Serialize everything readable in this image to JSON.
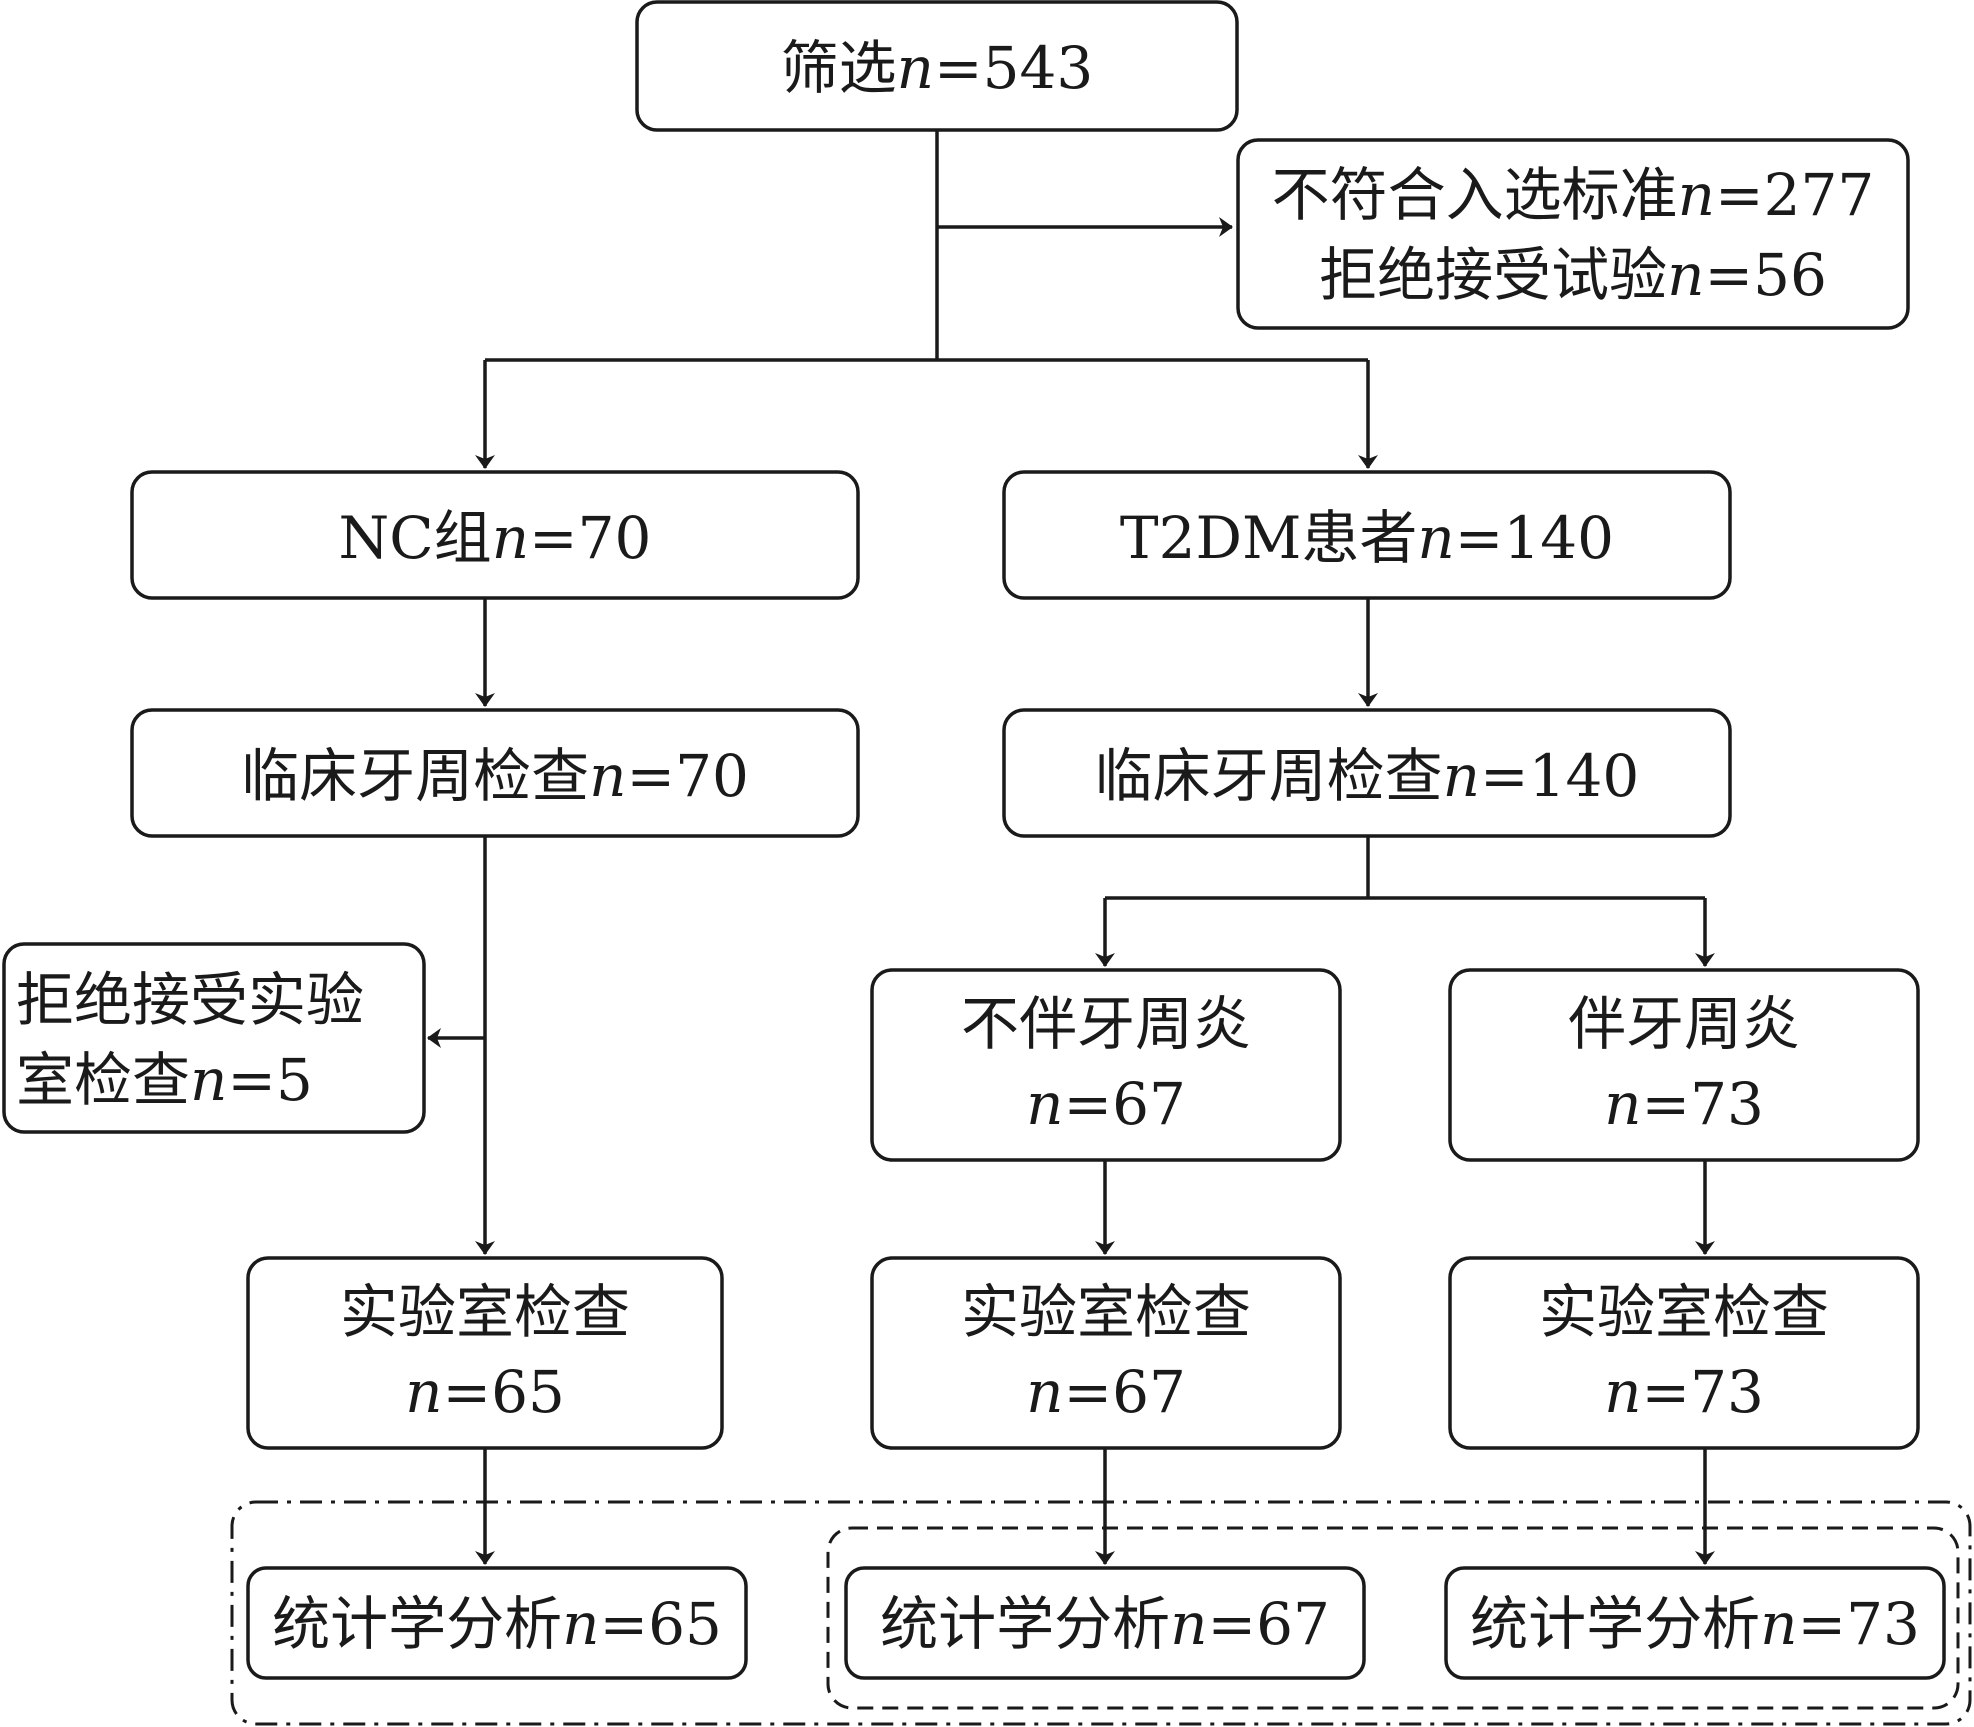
{
  "nodes": {
    "screening": {
      "label": "筛选",
      "n_label": "n",
      "value": "=543"
    },
    "excluded": {
      "line1": {
        "label": "不符合入选标准",
        "n_label": "n",
        "value": "=277"
      },
      "line2": {
        "label": "拒绝接受试验",
        "n_label": "n",
        "value": "=56"
      }
    },
    "nc_group": {
      "label": "NC组",
      "n_label": "n",
      "value": "=70"
    },
    "t2dm": {
      "label": "T2DM患者",
      "n_label": "n",
      "value": "=140"
    },
    "nc_clinical": {
      "label": "临床牙周检查",
      "n_label": "n",
      "value": "=70"
    },
    "t2dm_clinical": {
      "label": "临床牙周检查",
      "n_label": "n",
      "value": "=140"
    },
    "refused_lab": {
      "line1": "拒绝接受实验",
      "label": "室检查",
      "n_label": "n",
      "value": "=5"
    },
    "no_perio": {
      "label": "不伴牙周炎",
      "n_label": "n",
      "value": "=67"
    },
    "perio": {
      "label": "伴牙周炎",
      "n_label": "n",
      "value": "=73"
    },
    "nc_lab": {
      "label": "实验室检查",
      "n_label": "n",
      "value": "=65"
    },
    "no_perio_lab": {
      "label": "实验室检查",
      "n_label": "n",
      "value": "=67"
    },
    "perio_lab": {
      "label": "实验室检查",
      "n_label": "n",
      "value": "=73"
    },
    "nc_stats": {
      "label": "统计学分析",
      "n_label": "n",
      "value": "=65"
    },
    "no_perio_stats": {
      "label": "统计学分析",
      "n_label": "n",
      "value": "=67"
    },
    "perio_stats": {
      "label": "统计学分析",
      "n_label": "n",
      "value": "=73"
    }
  }
}
